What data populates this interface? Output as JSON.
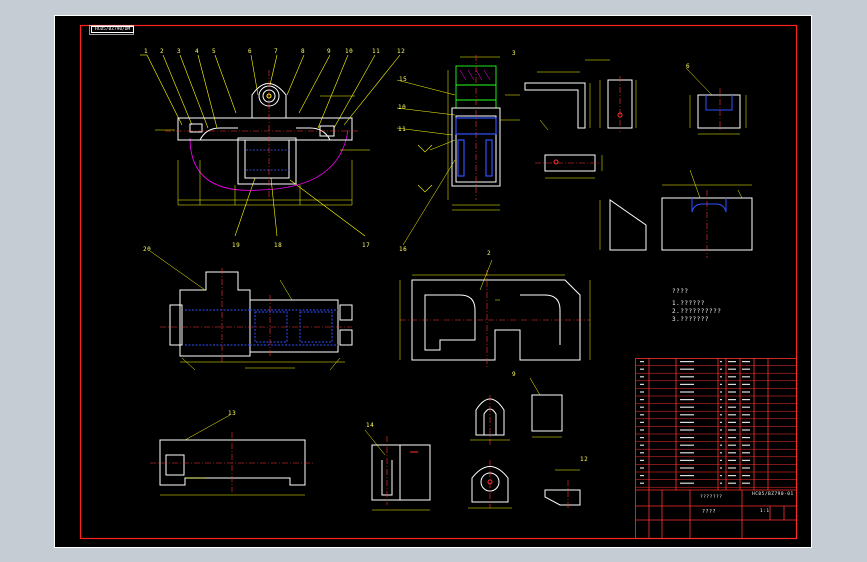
{
  "drawing": {
    "tag_label": "HC05/BZ790/DM",
    "tech_req_title": "????",
    "tech_req_lines": [
      "1.??????",
      "2.??????????",
      "3.???????"
    ],
    "callouts_top": [
      "1",
      "2",
      "3",
      "4",
      "5",
      "6",
      "7",
      "8",
      "9",
      "10",
      "11",
      "12"
    ],
    "callouts_main_lower": [
      "19",
      "18",
      "17"
    ],
    "callouts_misc": [
      "13",
      "14",
      "15",
      "16",
      "6",
      "20",
      "2",
      "9",
      "10",
      "11",
      "12",
      "3"
    ],
    "title_block": {
      "drawing_no": "HC05/BZ790-01",
      "company": "???????",
      "scale": "1:1",
      "name": "????"
    },
    "colors": {
      "sheet": "#000000",
      "frame": "#ff0000",
      "outline": "#ffffff",
      "dimension": "#ffff00",
      "centerline": "#ff0000",
      "hidden": "#0000ff",
      "section": "#00ff00",
      "leader": "#ff00ff"
    }
  }
}
